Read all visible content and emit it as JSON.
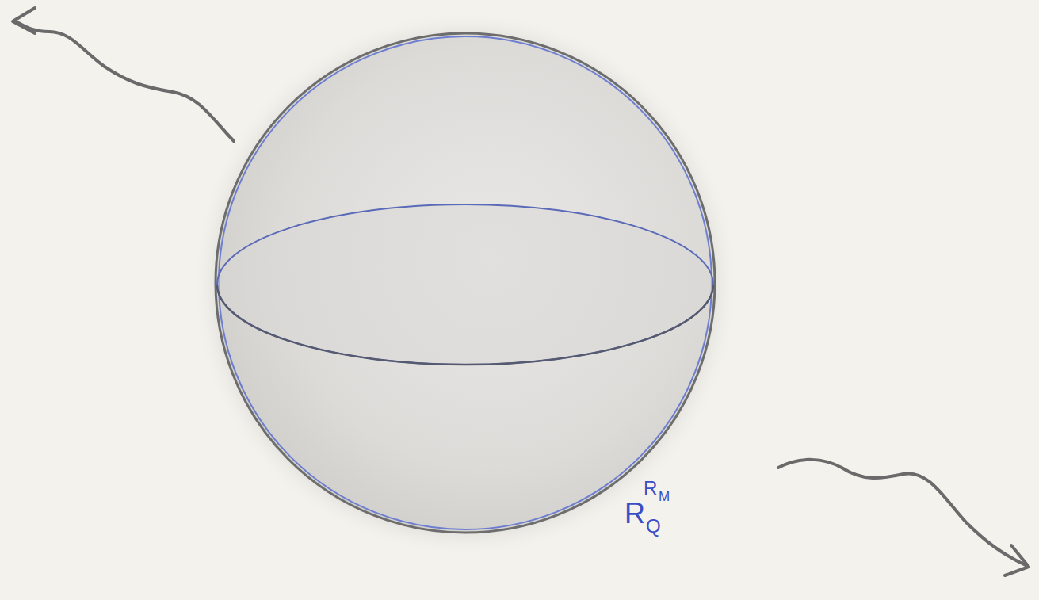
{
  "diagram": {
    "labels": [
      "R",
      "Q",
      "R",
      "M"
    ]
  }
}
